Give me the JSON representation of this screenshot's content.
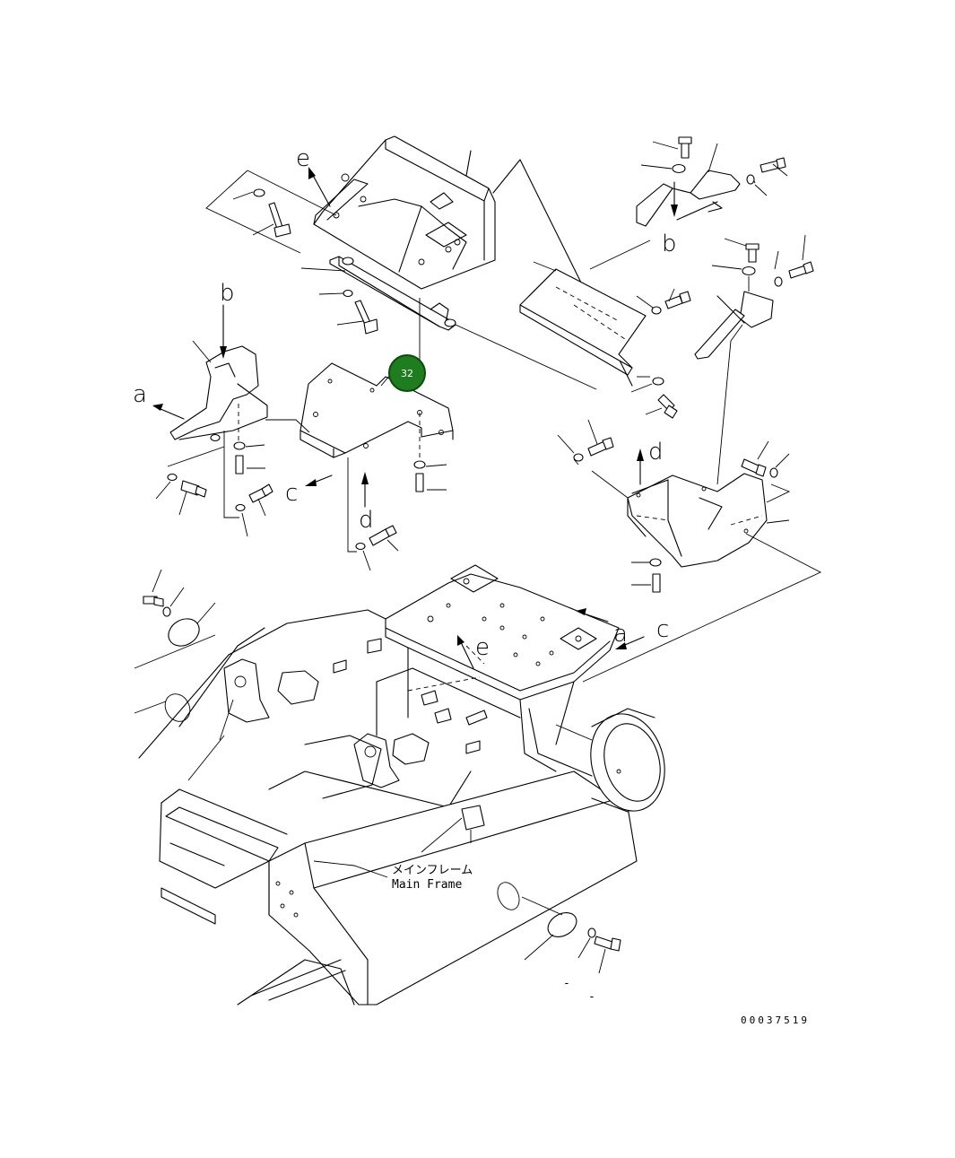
{
  "diagram": {
    "drawing_number": "00037519",
    "callout": {
      "number": "32",
      "color": "#1e7d1e"
    },
    "caption_jp": "メインフレーム",
    "caption_en": "Main Frame",
    "view_labels": {
      "a1": "a",
      "b1": "b",
      "c1": "c",
      "d1": "d",
      "e1": "e",
      "a2": "a",
      "b2": "b",
      "c2": "c",
      "d2": "d",
      "e2": "e"
    },
    "footnote_marks": [
      "-",
      "-"
    ]
  }
}
